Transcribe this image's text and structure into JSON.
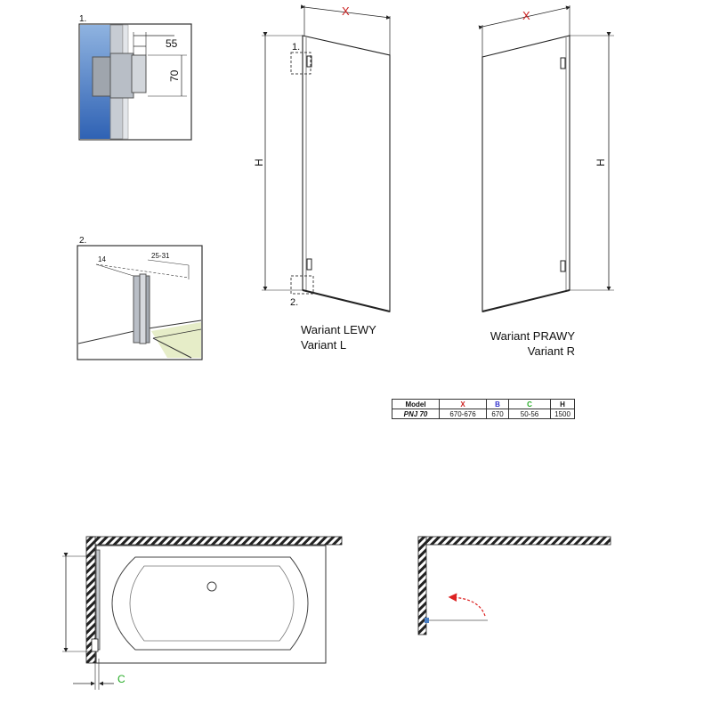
{
  "details": {
    "detail1": {
      "label": "1.",
      "dim_width": "55",
      "dim_height": "70"
    },
    "detail2": {
      "label": "2.",
      "dim_a": "14",
      "dim_b": "25-31"
    }
  },
  "elevation": {
    "left": {
      "width_label": "X",
      "height_label": "H",
      "callout1": "1.",
      "callout2": "2.",
      "title_line1": "Wariant LEWY",
      "title_line2": "Variant L"
    },
    "right": {
      "width_label": "X",
      "height_label": "H",
      "title_line1": "Wariant PRAWY",
      "title_line2": "Variant R"
    }
  },
  "spec_table": {
    "headers": [
      "Model",
      "X",
      "B",
      "C",
      "H"
    ],
    "header_colors": [
      "#111111",
      "#cc2222",
      "#3333cc",
      "#22aa22",
      "#111111"
    ],
    "rows": [
      [
        "PNJ 70",
        "670-676",
        "670",
        "50-56",
        "1500"
      ]
    ]
  },
  "plan": {
    "c_label": "C",
    "c_color": "#22aa22"
  },
  "colors": {
    "dim_red": "#cc2222",
    "arrow_red": "#dd2222",
    "wall_blue": "#4a7fc4",
    "floor_green": "#e6edc8"
  }
}
